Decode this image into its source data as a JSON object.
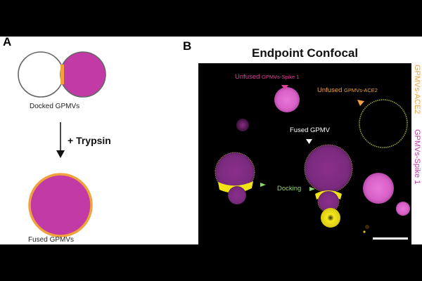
{
  "panel_a": {
    "letter": "A",
    "docked_label": "Docked GPMVs",
    "arrow_label": "+ Trypsin",
    "fused_label": "Fused GPMVs"
  },
  "panel_b": {
    "letter": "B",
    "title": "Endpoint Confocal",
    "annotations": {
      "unfused_spike_prefix": "Unfused",
      "unfused_spike_suffix": "GPMVs-Spike 1",
      "unfused_ace2_prefix": "Unfused",
      "unfused_ace2_suffix": "GPMVs-ACE2",
      "fused_gpmv": "Fused GPMV",
      "docking": "Docking"
    },
    "channel_labels": {
      "ace2": "GPMVs-ACE2",
      "spike": "GPMVs-Spike 1"
    }
  },
  "colors": {
    "magenta": "#c13aa6",
    "yellow": "#f2e317",
    "orange": "#f0a23c",
    "pink_label": "#e0409a",
    "green_label": "#8fd66b"
  }
}
